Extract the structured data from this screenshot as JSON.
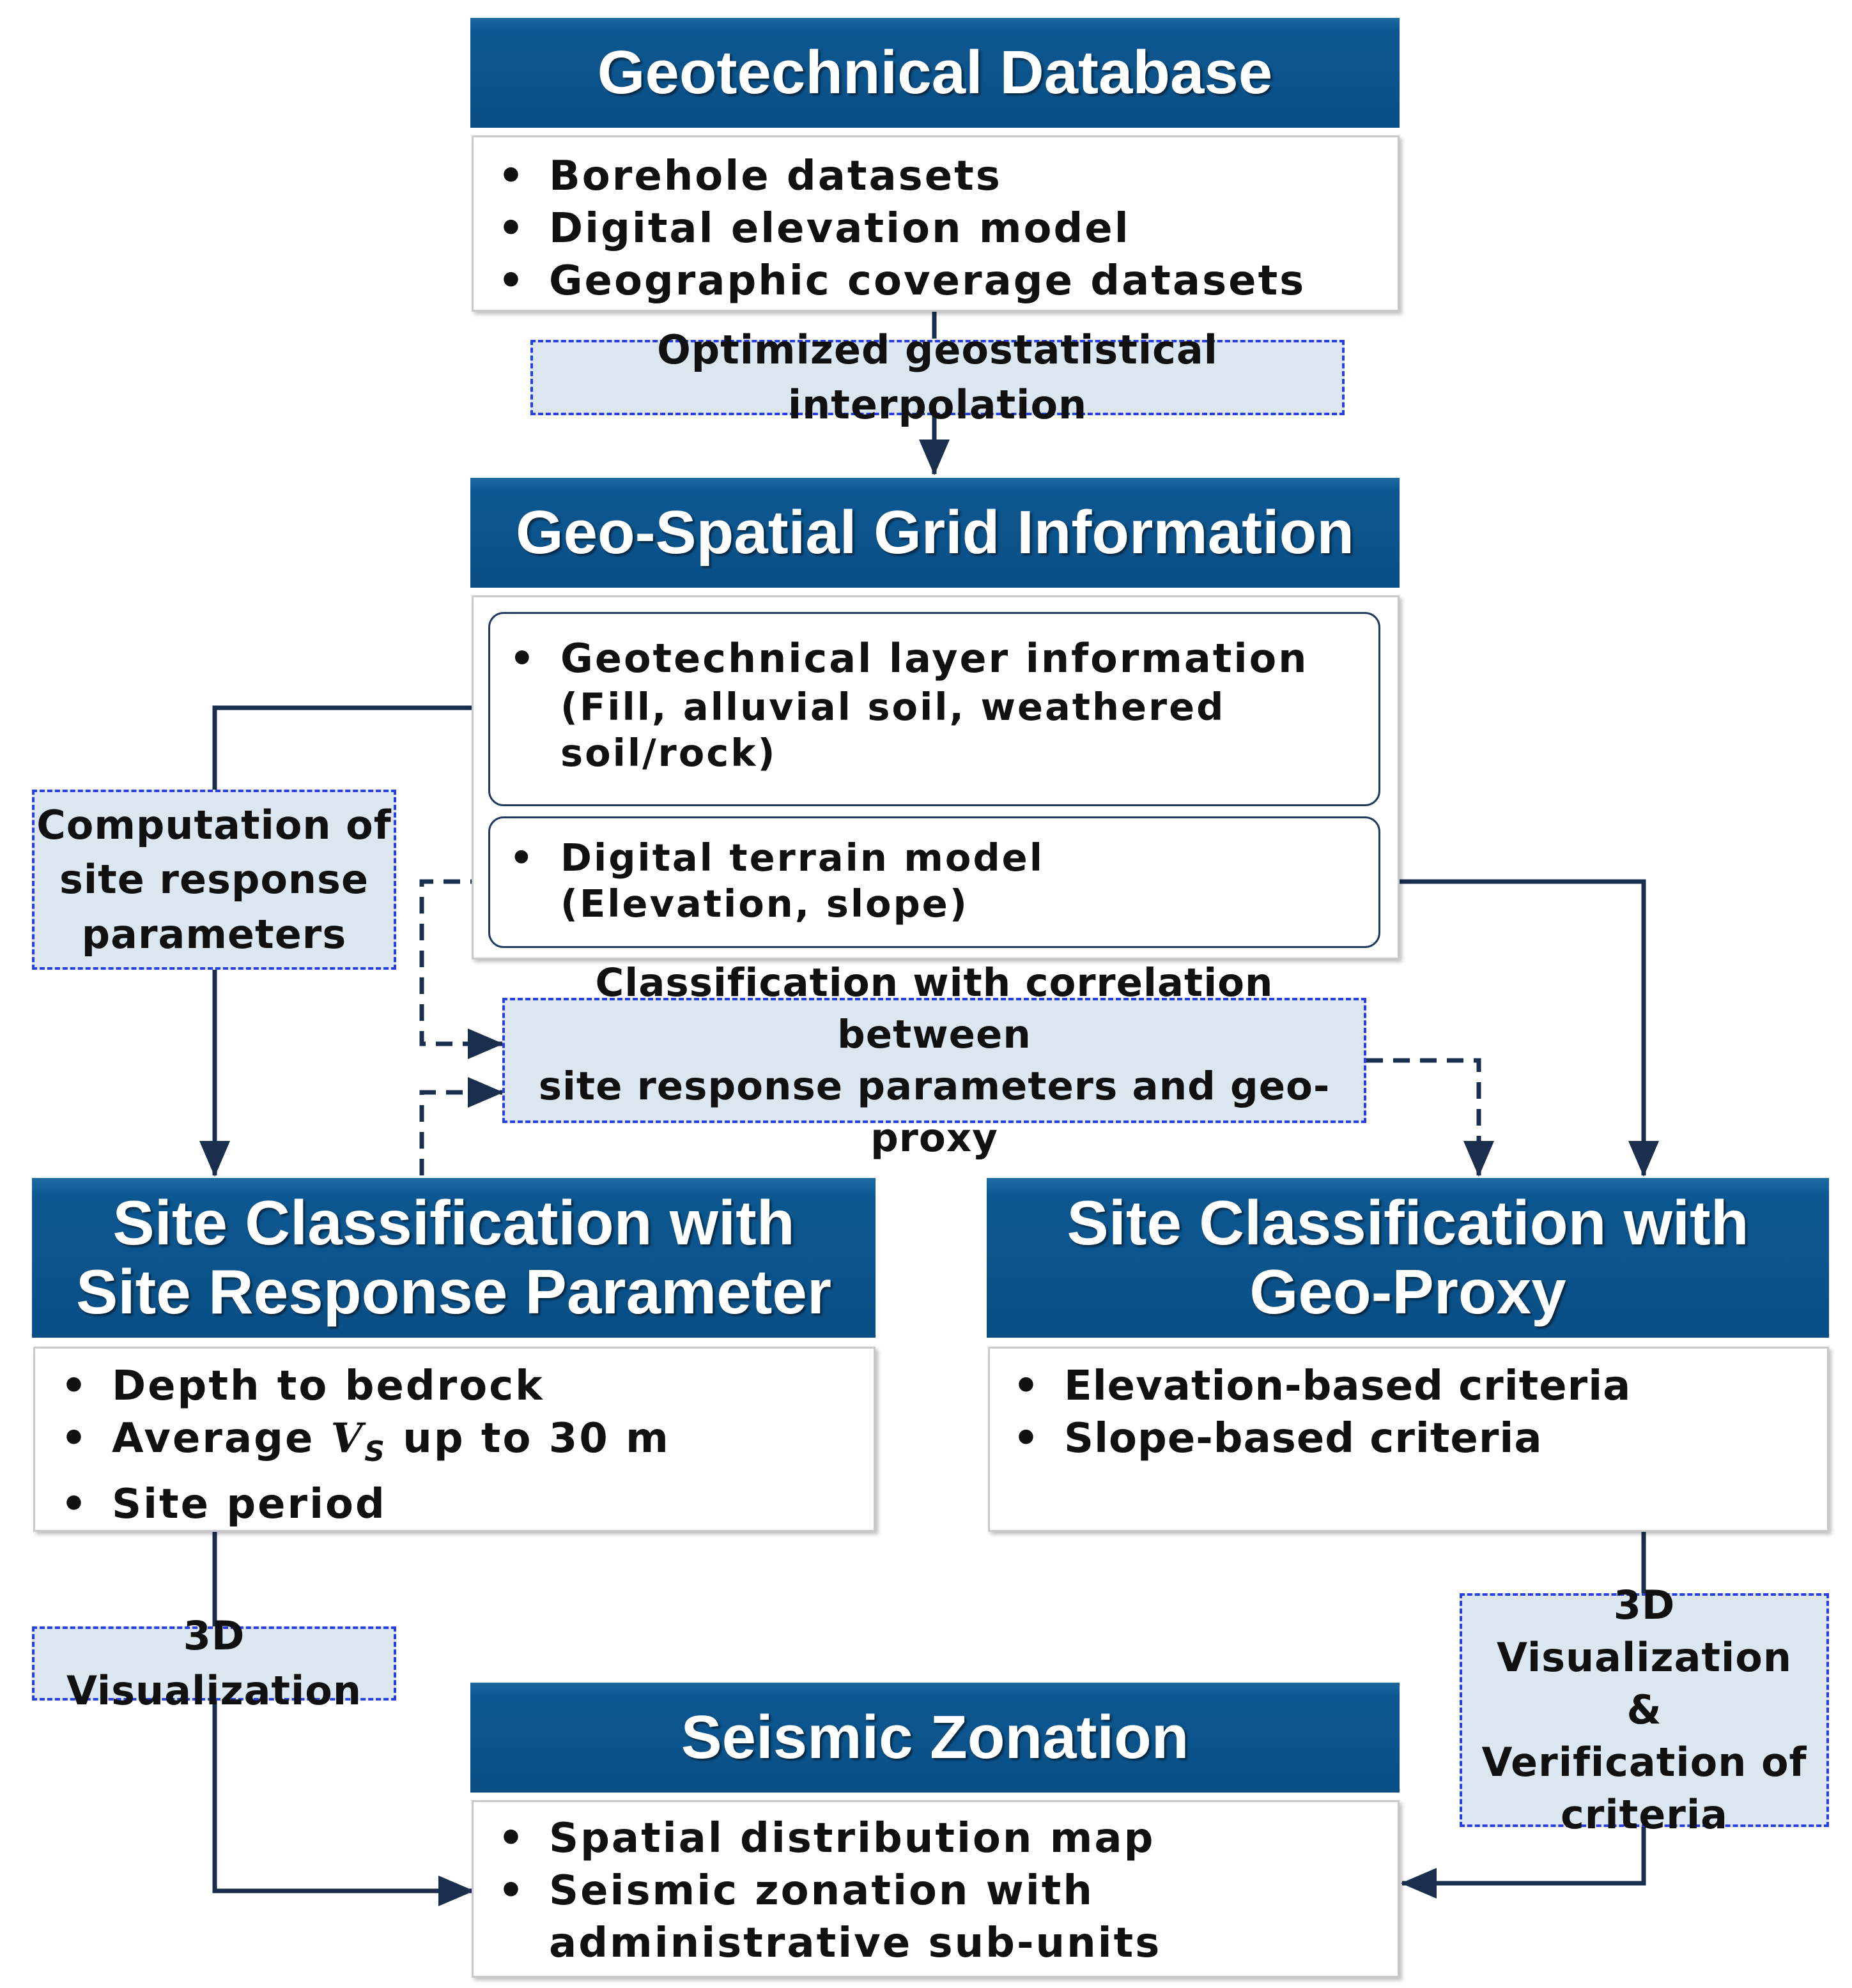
{
  "geotechnical_database": {
    "title": "Geotechnical Database",
    "items": [
      "Borehole datasets",
      "Digital elevation model",
      "Geographic coverage datasets"
    ]
  },
  "interpolation_step": "Optimized geostatistical interpolation",
  "geo_spatial_grid": {
    "title": "Geo-Spatial Grid Information",
    "layer_info": {
      "bullet": "Geotechnical layer information",
      "detail_line1": "(Fill, alluvial soil, weathered",
      "detail_line2": "soil/rock)"
    },
    "terrain_model": {
      "bullet": "Digital terrain model",
      "detail": "(Elevation, slope)"
    }
  },
  "computation_step": {
    "line1": "Computation of",
    "line2": "site response",
    "line3": "parameters"
  },
  "correlation_step": {
    "line1": "Classification with correlation between",
    "line2": "site response parameters and geo-proxy"
  },
  "site_response_classification": {
    "title_line1": "Site Classification with",
    "title_line2": "Site Response Parameter",
    "items": {
      "depth": "Depth to bedrock",
      "vs_prefix": "Average ",
      "vs_symbol": "V",
      "vs_subscript": "S",
      "vs_suffix": " up to 30 m",
      "period": "Site period"
    }
  },
  "geo_proxy_classification": {
    "title_line1": "Site Classification with",
    "title_line2": "Geo-Proxy",
    "items": [
      "Elevation-based criteria",
      "Slope-based criteria"
    ]
  },
  "visualization_left": "3D Visualization",
  "visualization_right": {
    "line1": "3D Visualization",
    "line2": "&",
    "line3": "Verification of",
    "line4": "criteria"
  },
  "seismic_zonation": {
    "title": "Seismic Zonation",
    "items": {
      "map": "Spatial distribution map",
      "zonation_line1": "Seismic zonation with",
      "zonation_line2": "administrative sub-units"
    }
  },
  "colors": {
    "header_blue": "#0a4f86",
    "connector_navy": "#1a2f4e",
    "dashed_border_blue": "#2a3fe0",
    "dashed_fill": "#dce6f0"
  }
}
